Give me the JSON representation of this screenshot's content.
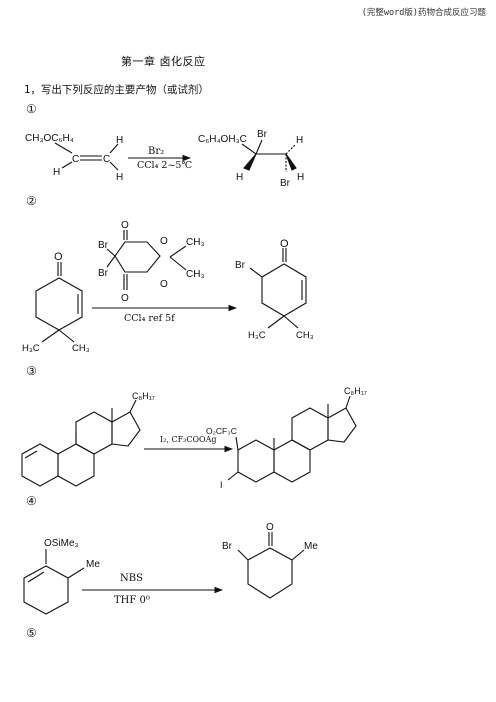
{
  "header": {
    "doc_title": "(完整word版)药物合成反应习题"
  },
  "chapter": {
    "title": "第一章  卤化反应"
  },
  "question": {
    "text": "1，写出下列反应的主要产物（或试剂）"
  },
  "items": [
    {
      "marker": "①"
    },
    {
      "marker": "②"
    },
    {
      "marker": "③"
    },
    {
      "marker": "④"
    },
    {
      "marker": "⑤"
    }
  ],
  "r1": {
    "reactant_group": "CH₃OC₆H₄",
    "H": "H",
    "reagent_top": "Br₂",
    "reagent_bottom": "CCl₄ 2~5℃",
    "product_group": "C₆H₄OH₃C",
    "Br": "Br"
  },
  "r2": {
    "O": "O",
    "Br": "Br",
    "CH3": "CH₃",
    "H3C": "H₃C",
    "reagent_bottom": "CCl₄  ref 5f"
  },
  "r3": {
    "side_chain": "C₈H₁₇",
    "reagent": "I₂, CF₃COOAg",
    "ester": "O₂CF₃C",
    "I": "I"
  },
  "r4": {
    "otms": "OSiMe₃",
    "Me": "Me",
    "reagent_top": "NBS",
    "reagent_bottom": "THF  0⁰",
    "Br": "Br",
    "O": "O"
  }
}
